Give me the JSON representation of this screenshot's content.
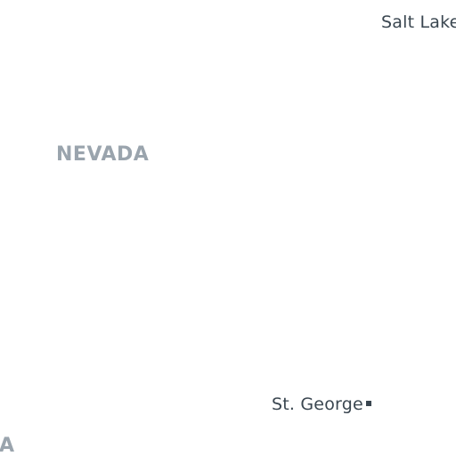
{
  "map": {
    "cities": [
      {
        "name": "Salt Lake",
        "has_marker": false
      },
      {
        "name": "St. George",
        "has_marker": true
      }
    ],
    "states": [
      {
        "name": "NEVADA"
      },
      {
        "name": "A"
      }
    ],
    "colors": {
      "background": "#ffffff",
      "city_label": "#3a4650",
      "state_label": "#9aa4ad"
    }
  }
}
